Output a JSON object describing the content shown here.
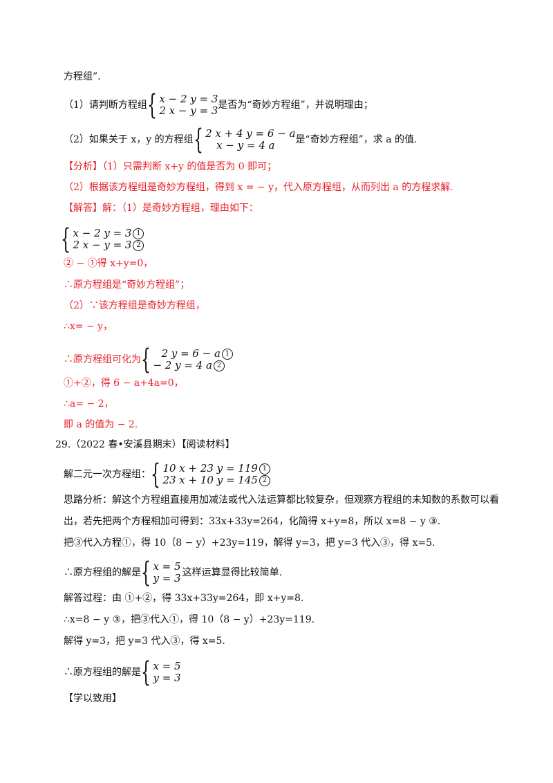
{
  "lines": {
    "l1": "方程组”.",
    "q1_pre": "（1）请判断方程组",
    "q1_eq1": "x − 2 y = 3",
    "q1_eq2": "2 x − y = 3",
    "q1_post": "是否为“奇妙方程组”，并说明理由；",
    "q2_pre": "（2）如果关于 x，y 的方程组",
    "q2_eq1": "2 x + 4 y = 6 − a",
    "q2_eq2": "x − y = 4 a",
    "q2_post": "是“奇妙方程组”，求 a 的值.",
    "analysis1": "【分析】（1）只需判断 x+y 的值是否为 0 即可；",
    "analysis2": "（2）根据该方程组是奇妙方程组，得到 x = − y，代入原方程组，从而列出 a 的方程求解.",
    "answer1": "【解答】解：（1）是奇妙方程组，理由如下：",
    "sysA_eq1": "x − 2 y = 3",
    "sysA_eq2": "2 x − y = 3",
    "circ1": "1",
    "circ2": "2",
    "step1": "② − ①得 x+y=0，",
    "step2": "∴原方程组是“奇妙方程组”；",
    "step3": "（2）∵该方程组是奇妙方程组，",
    "step4": "∴x= − y，",
    "step5_pre": "∴原方程组可化为",
    "sysB_eq1": "2 y = 6 − a",
    "sysB_eq2": "− 2 y = 4 a",
    "step6": "①+②，得 6 − a+4a=0，",
    "step7": "∴a= − 2，",
    "step8": "即 a 的值为 − 2.",
    "p29": "29.（2022 春•安溪县期末）【阅读材料】",
    "solve_pre": "解二元一次方程组：",
    "sysC_eq1": "10 x + 23 y = 119",
    "sysC_eq2": "23 x + 10 y = 145",
    "idea1": "思路分析：解这个方程组直接用加减法或代入法运算都比较复杂，但观察方程组的未知数的系数可以看",
    "idea2": "出，若先把两个方程相加可得到：33x+33y=264，化简得 x+y=8，所以 x=8 − y ③.",
    "idea3": "把③代入方程①，得 10（8 − y）+23y=119，解得 y=3，把 y=3 代入③，得 x=5.",
    "res_pre": "∴原方程组的解是",
    "sysD_eq1": "x = 5",
    "sysD_eq2": "y = 3",
    "res_post": "这样运算显得比较简单.",
    "proc1": "解答过程：由 ①+②，得 33x+33y=264，即 x+y=8.",
    "proc2": "∴x=8 − y ③，把③代入①，得 10（8 − y）+23y=119.",
    "proc3": "解得 y=3，把 y=3 代入③，得 x=5.",
    "res2_pre": "∴原方程组的解是",
    "sysE_eq1": "x = 5",
    "sysE_eq2": "y = 3",
    "learn": "【学以致用】"
  },
  "colors": {
    "highlight": "#e8202a",
    "text": "#111111"
  }
}
